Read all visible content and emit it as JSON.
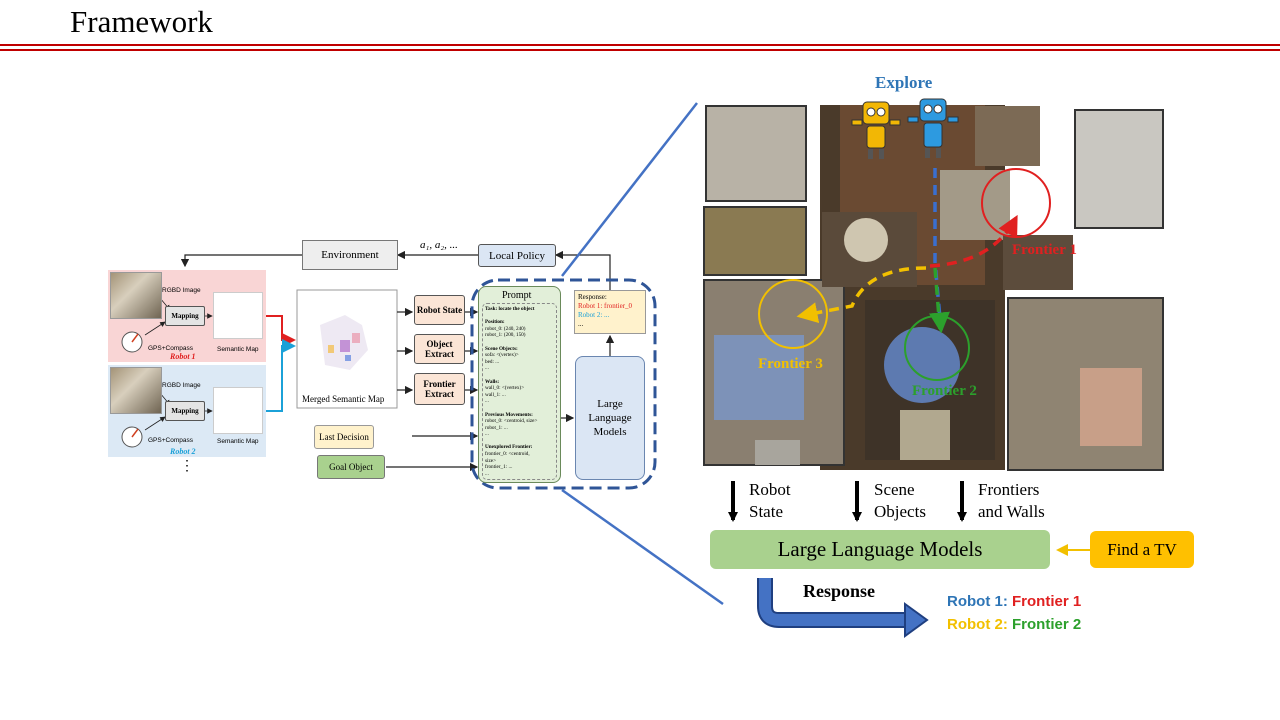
{
  "title": "Framework",
  "left": {
    "environment": "Environment",
    "actions": "a₁, a₂, ...",
    "local_policy": "Local Policy",
    "rgbd": "RGBD Image",
    "gps": "GPS+Compass",
    "mapping": "Mapping",
    "semantic_map": "Semantic Map",
    "robot1": "Robot 1",
    "robot2": "Robot 2",
    "ellipsis": "⋮",
    "merged_map": "Merged Semantic Map",
    "robot_state": "Robot State",
    "object_extract": "Object Extract",
    "frontier_extract": "Frontier Extract",
    "last_decision": "Last Decision",
    "goal_object": "Goal Object",
    "prompt_title": "Prompt",
    "prompt_lines": [
      "Task: locate the object",
      "",
      "Position:",
      "robot_0: (240, 240)",
      "robot_1: (200, 150)",
      "",
      "Scene Objects:",
      "sofa: <(vertex)>",
      "bed: ...",
      "...",
      "",
      "Walls:",
      "wall_0: <(vertex)>",
      "wall_1: ...",
      "...",
      "",
      "Previous Movements:",
      "robot_0: <centroid, size>",
      "robot_1: ...",
      "...",
      "",
      "Unexplored Frontier:",
      "frontier_0: <centroid,",
      "size>",
      "frontier_1: ...",
      "..."
    ],
    "response_title": "Response:",
    "response_r1": "Robot 1: frontier_0",
    "response_r2": "Robot 2: ...",
    "response_more": "...",
    "llm": "Large Language Models"
  },
  "right": {
    "explore": "Explore",
    "frontier1": "Frontier 1",
    "frontier2": "Frontier 2",
    "frontier3": "Frontier 3",
    "robot_state": "Robot State",
    "scene_objects": "Scene Objects",
    "frontiers_walls": "Frontiers and Walls",
    "llm": "Large Language Models",
    "find_tv": "Find a TV",
    "response": "Response",
    "resp1_robot": "Robot 1: ",
    "resp1_frontier": "Frontier 1",
    "resp2_robot": "Robot 2: ",
    "resp2_frontier": "Frontier 2"
  },
  "colors": {
    "rule": "#c00000",
    "robot1_panel": "#f9d5d5",
    "robot2_panel": "#dce9f5",
    "red": "#e02020",
    "blue_robot": "#1f77b4",
    "yellow": "#f2c000",
    "green": "#2ca02c",
    "llm_green": "#a9d18e",
    "find_tv": "#ffc000",
    "dashed_blue": "#2f5597"
  }
}
